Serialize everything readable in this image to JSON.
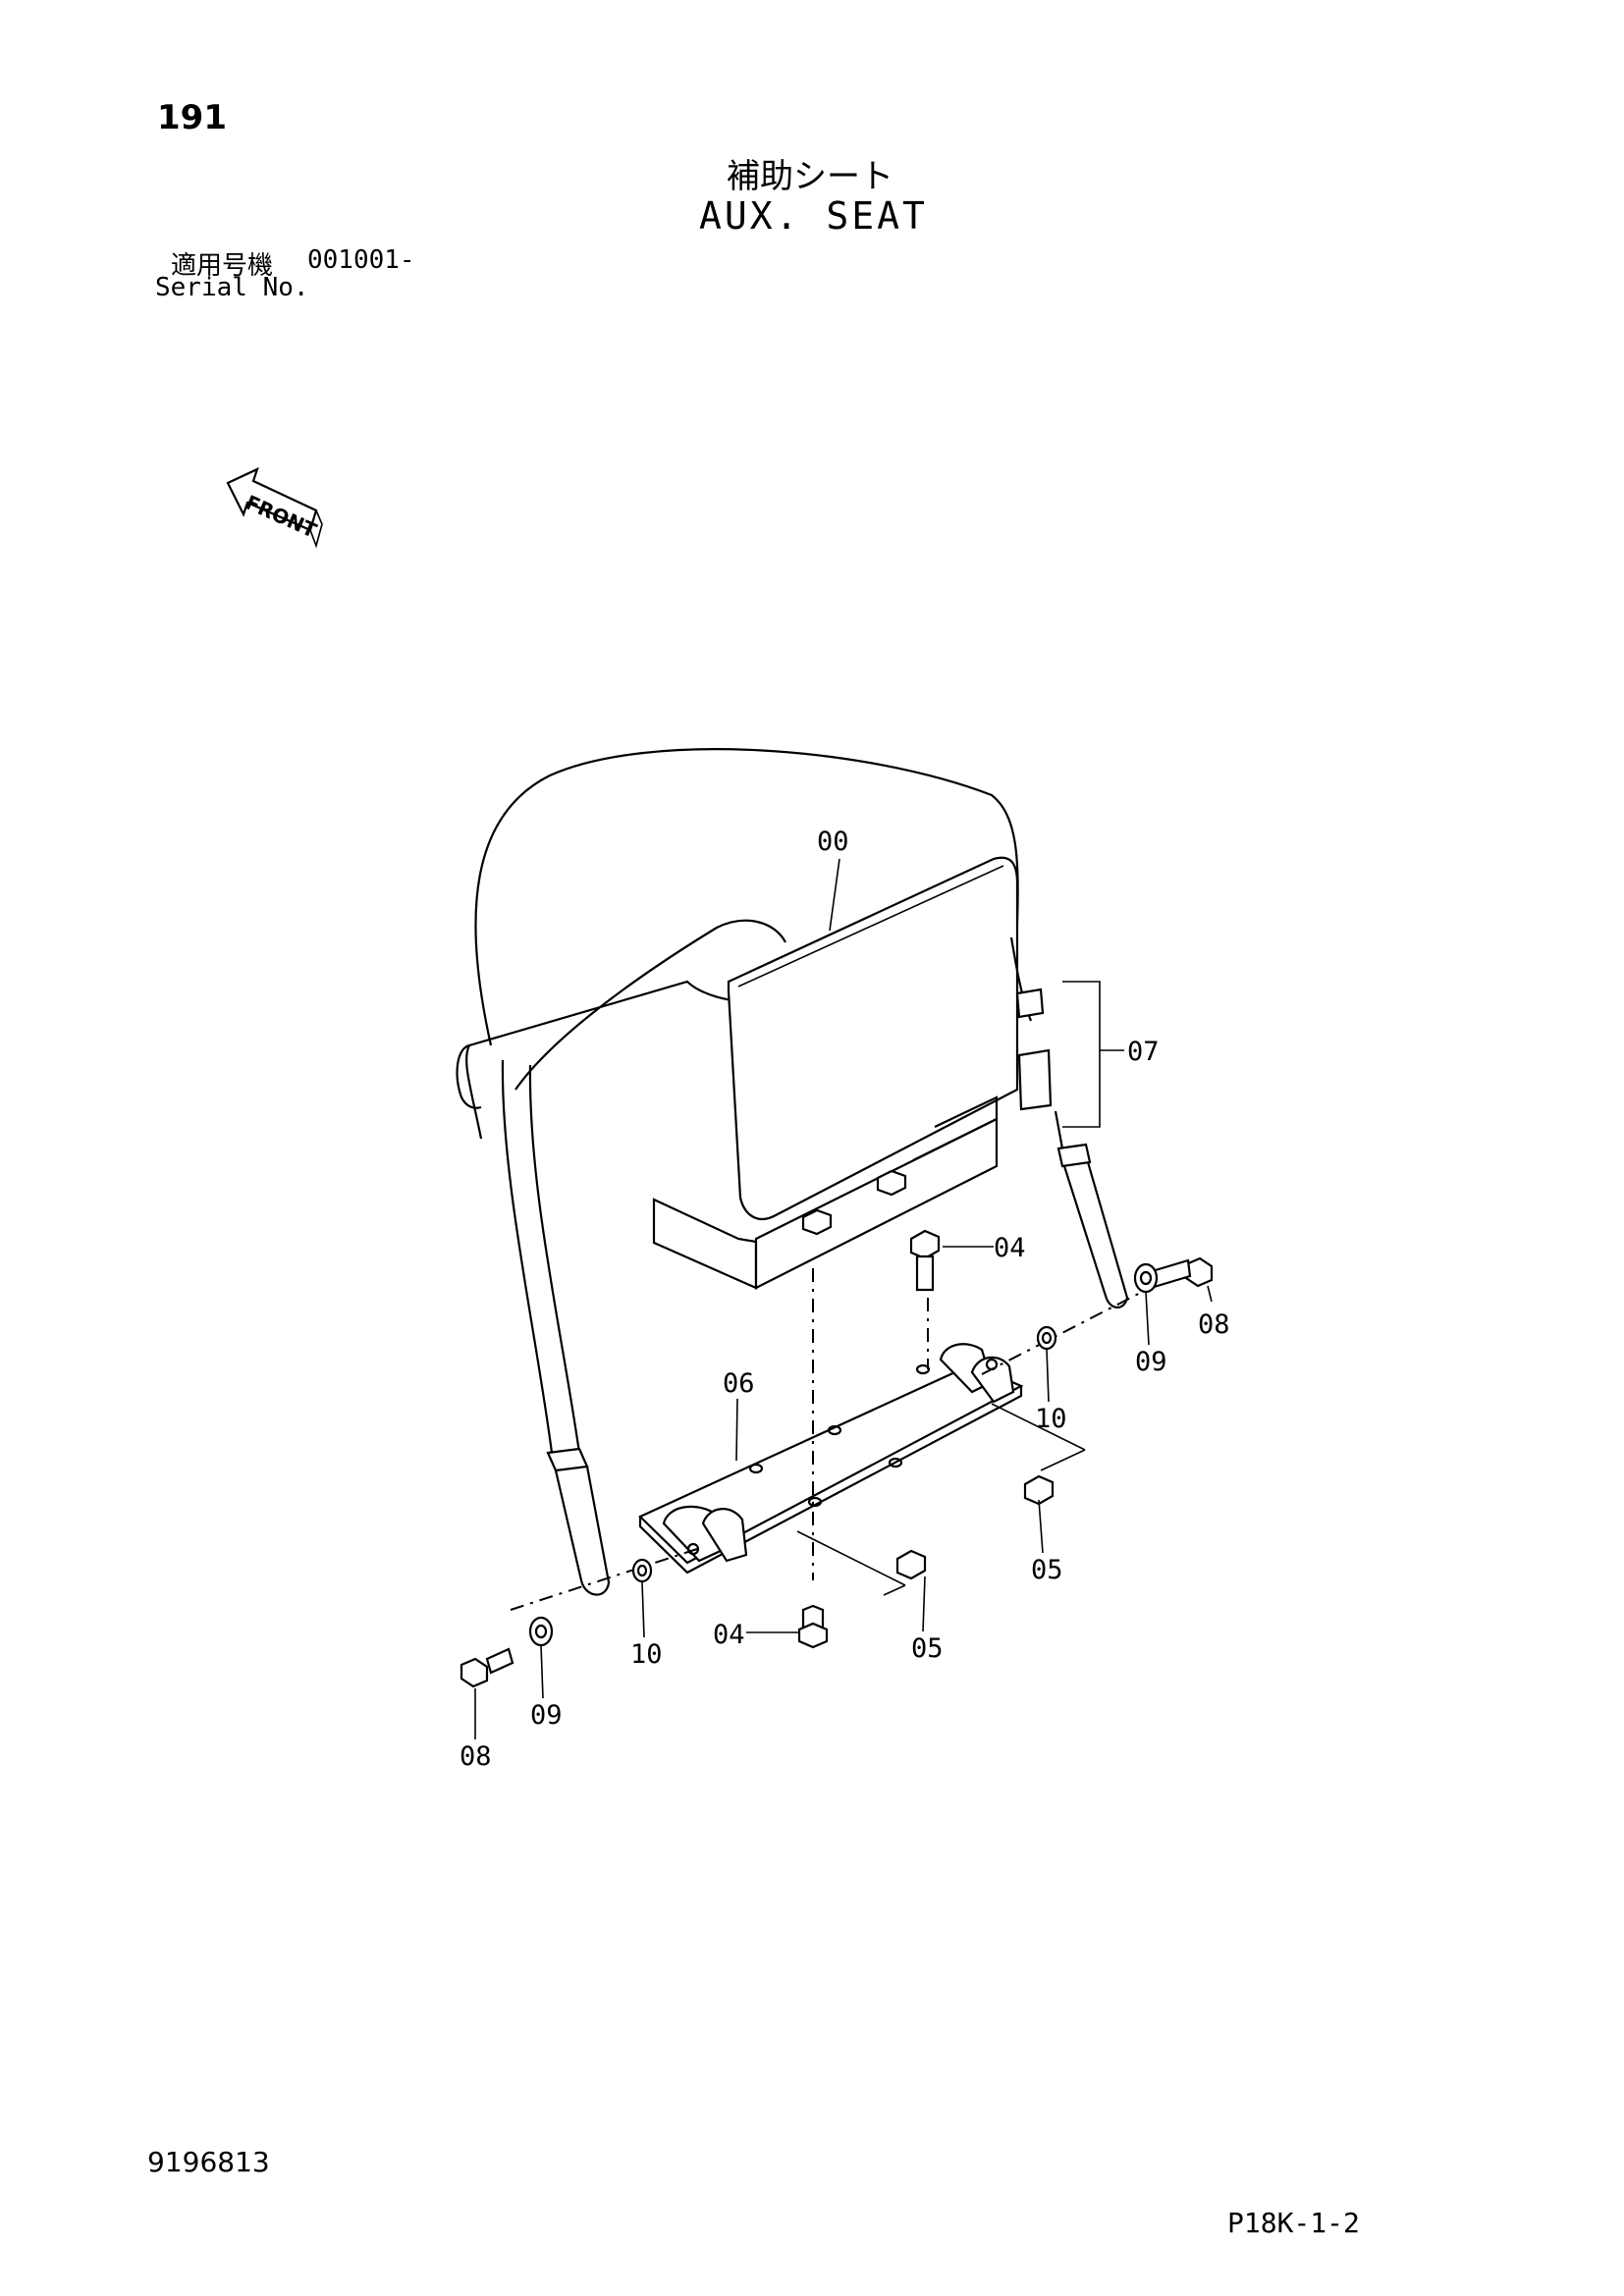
{
  "header": {
    "page_number": "191",
    "title_jp": "補助シート",
    "title_en": "AUX. SEAT",
    "serial_label_jp": "適用号機",
    "serial_value": "001001-",
    "serial_label_en": "Serial No."
  },
  "direction_arrow": {
    "label": "FRONT"
  },
  "callouts": {
    "seat": "00",
    "harness": "07",
    "bolt_upper": "04",
    "bolt_lower": "04",
    "bracket": "06",
    "bolt_right": "08",
    "bolt_left": "08",
    "washer_right": "09",
    "washer_left": "09",
    "collar_right": "10",
    "collar_left": "10",
    "nut_right": "05",
    "nut_lower": "05"
  },
  "footer": {
    "doc_id": "9196813",
    "page_code": "P18K-1-2"
  }
}
